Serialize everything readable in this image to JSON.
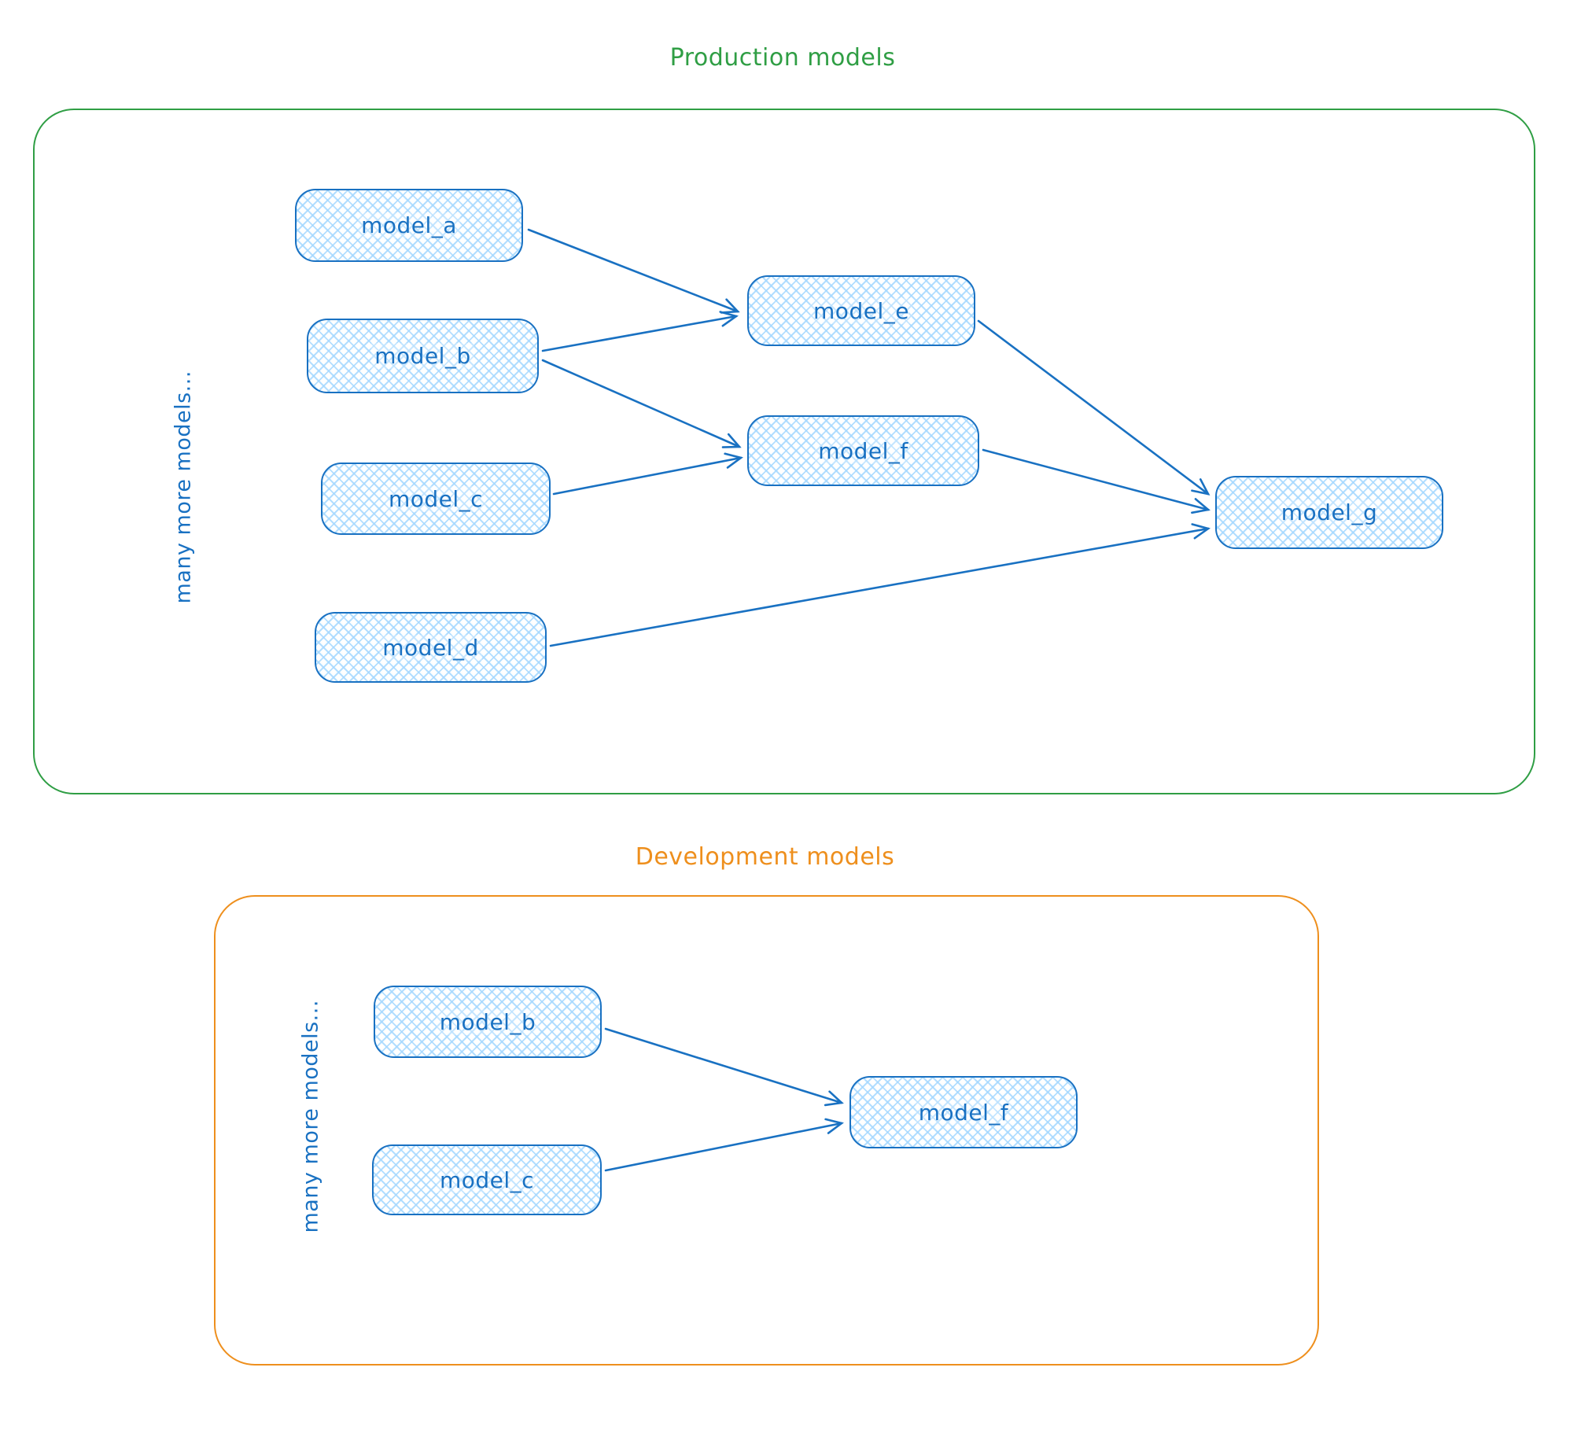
{
  "production": {
    "title": "Production models",
    "side_label": "many more models...",
    "nodes": [
      {
        "id": "model_a",
        "label": "model_a"
      },
      {
        "id": "model_b",
        "label": "model_b"
      },
      {
        "id": "model_c",
        "label": "model_c"
      },
      {
        "id": "model_d",
        "label": "model_d"
      },
      {
        "id": "model_e",
        "label": "model_e"
      },
      {
        "id": "model_f",
        "label": "model_f"
      },
      {
        "id": "model_g",
        "label": "model_g"
      }
    ],
    "edges": [
      {
        "from": "model_a",
        "to": "model_e"
      },
      {
        "from": "model_b",
        "to": "model_e"
      },
      {
        "from": "model_b",
        "to": "model_f"
      },
      {
        "from": "model_c",
        "to": "model_f"
      },
      {
        "from": "model_e",
        "to": "model_g"
      },
      {
        "from": "model_f",
        "to": "model_g"
      },
      {
        "from": "model_d",
        "to": "model_g"
      }
    ]
  },
  "development": {
    "title": "Development models",
    "side_label": "many more models...",
    "nodes": [
      {
        "id": "model_b",
        "label": "model_b"
      },
      {
        "id": "model_c",
        "label": "model_c"
      },
      {
        "id": "model_f",
        "label": "model_f"
      }
    ],
    "edges": [
      {
        "from": "model_b",
        "to": "model_f"
      },
      {
        "from": "model_c",
        "to": "model_f"
      }
    ]
  },
  "colors": {
    "node_stroke": "#1971c2",
    "node_fill_hatch": "#a5d8ff",
    "production_accent": "#2f9e44",
    "development_accent": "#ee8f1d"
  }
}
